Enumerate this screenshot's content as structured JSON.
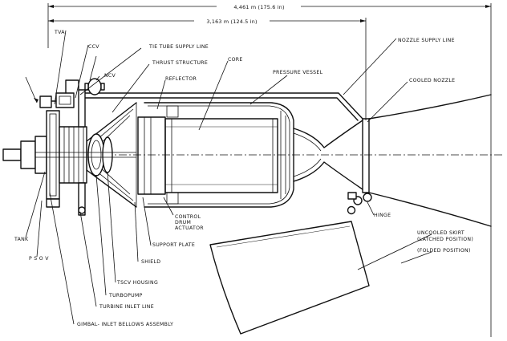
{
  "dimensions": {
    "overall": "4,461 m (175.6 in)",
    "inner": "3,163 m (124.5 in)"
  },
  "labels": {
    "tva": "TVA",
    "ccv": "CCV",
    "tie_tube": "TIE TUBE SUPPLY LINE",
    "ncv": "NCV",
    "thrust_structure": "THRUST STRUCTURE",
    "core": "CORE",
    "pressure_vessel": "PRESSURE VESSEL",
    "reflector": "REFLECTOR",
    "nozzle_supply": "NOZZLE SUPPLY LINE",
    "cooled_nozzle": "COOLED NOZZLE",
    "hinge": "HINGE",
    "uncooled_skirt_1": "UNCOOLED SKIRT",
    "uncooled_skirt_2": "(LATCHED POSITION)",
    "folded": "(FOLDED POSITION)",
    "control_drum_1": "CONTROL",
    "control_drum_2": "DRUM",
    "control_drum_3": "ACTUATOR",
    "support_plate": "SUPPORT PLATE",
    "shield": "SHIELD",
    "tscv": "TSCV HOUSING",
    "turbopump": "TURBOPUMP",
    "turbine_inlet": "TURBINE INLET LINE",
    "gimbal": "GIMBAL- INLET BELLOWS ASSEMBLY",
    "tank": "TANK",
    "psov": "P S O V"
  }
}
